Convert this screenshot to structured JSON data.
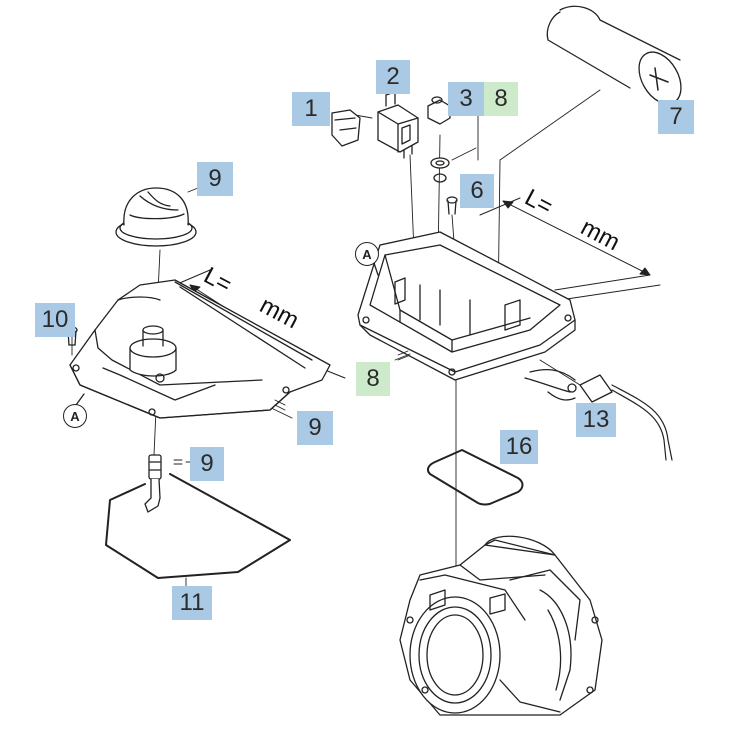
{
  "callouts": {
    "c1": "1",
    "c2": "2",
    "c3": "3",
    "c8a": "8",
    "c7": "7",
    "c9a": "9",
    "c6": "6",
    "c10": "10",
    "c8b": "8",
    "c9b": "9",
    "c13": "13",
    "c9c": "9",
    "c16": "16",
    "c11": "11"
  },
  "dimensions": {
    "left": {
      "prefix": "L=",
      "unit": "mm"
    },
    "right": {
      "prefix": "L=",
      "unit": "mm"
    }
  },
  "markers": {
    "left": "A",
    "right": "A"
  },
  "colors": {
    "blue_tag": "#a9c9e4",
    "green_tag": "#cdebcb",
    "line": "#222222"
  }
}
